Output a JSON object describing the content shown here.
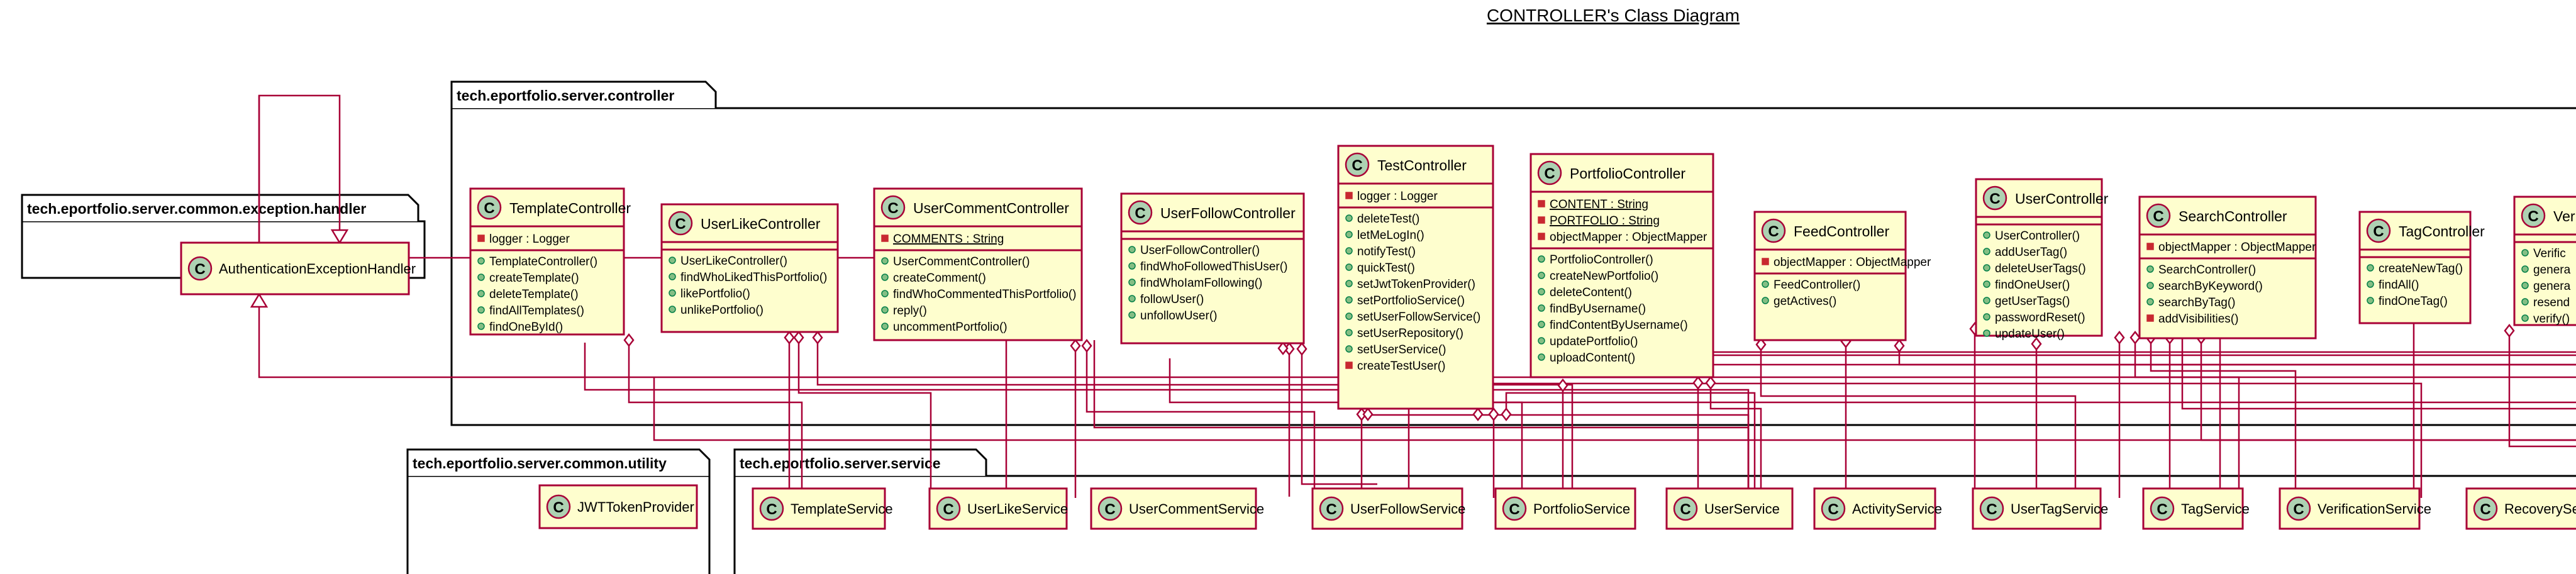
{
  "title": "CONTROLLER's Class Diagram",
  "packages": {
    "controller": "tech.eportfolio.server.controller",
    "exception_handler": "tech.eportfolio.server.common.exception.handler",
    "utility": "tech.eportfolio.server.common.utility",
    "service": "tech.eportfolio.server.service"
  },
  "class_marker": "C",
  "classes": {
    "auth_handler": {
      "name": "AuthenticationExceptionHandler"
    },
    "jwt": {
      "name": "JWTTokenProvider"
    },
    "template_ctrl": {
      "name": "TemplateController",
      "fields": [
        "logger : Logger"
      ],
      "methods": [
        "TemplateController()",
        "createTemplate()",
        "deleteTemplate()",
        "findAllTemplates()",
        "findOneById()"
      ]
    },
    "userlike_ctrl": {
      "name": "UserLikeController",
      "fields": [],
      "methods": [
        "UserLikeController()",
        "findWhoLikedThisPortfolio()",
        "likePortfolio()",
        "unlikePortfolio()"
      ]
    },
    "usercomment_ctrl": {
      "name": "UserCommentController",
      "fields": [
        "COMMENTS : String"
      ],
      "methods": [
        "UserCommentController()",
        "createComment()",
        "findWhoCommentedThisPortfolio()",
        "reply()",
        "uncommentPortfolio()"
      ]
    },
    "userfollow_ctrl": {
      "name": "UserFollowController",
      "fields": [],
      "methods": [
        "UserFollowController()",
        "findWhoFollowedThisUser()",
        "findWhoIamFollowing()",
        "followUser()",
        "unfollowUser()"
      ]
    },
    "test_ctrl": {
      "name": "TestController",
      "fields": [
        "logger : Logger"
      ],
      "methods": [
        "deleteTest()",
        "letMeLogIn()",
        "notifyTest()",
        "quickTest()",
        "setJwtTokenProvider()",
        "setPortfolioService()",
        "setUserFollowService()",
        "setUserRepository()",
        "setUserService()",
        "createTestUser()"
      ]
    },
    "portfolio_ctrl": {
      "name": "PortfolioController",
      "fields": [
        "CONTENT : String",
        "PORTFOLIO : String",
        "objectMapper : ObjectMapper"
      ],
      "methods": [
        "PortfolioController()",
        "createNewPortfolio()",
        "deleteContent()",
        "findByUsername()",
        "findContentByUsername()",
        "updatePortfolio()",
        "uploadContent()"
      ]
    },
    "feed_ctrl": {
      "name": "FeedController",
      "fields": [
        "objectMapper : ObjectMapper"
      ],
      "methods": [
        "FeedController()",
        "getActives()"
      ]
    },
    "user_ctrl": {
      "name": "UserController",
      "fields": [],
      "methods": [
        "UserController()",
        "addUserTag()",
        "deleteUserTags()",
        "findOneUser()",
        "getUserTags()",
        "passwordReset()",
        "updateUser()"
      ]
    },
    "search_ctrl": {
      "name": "SearchController",
      "fields": [
        "objectMapper : ObjectMapper"
      ],
      "methods": [
        "SearchController()",
        "searchByKeyword()",
        "searchByTag()",
        "addVisibilities()"
      ]
    },
    "tag_ctrl": {
      "name": "TagController",
      "fields": [],
      "methods": [
        "createNewTag()",
        "findAll()",
        "findOneTag()"
      ]
    },
    "verif_ctrl": {
      "name": "Verif",
      "fields": [],
      "methods": [
        "Verific",
        "genera",
        "genera",
        "resend",
        "verify()"
      ]
    }
  },
  "services": [
    "TemplateService",
    "UserLikeService",
    "UserCommentService",
    "UserFollowService",
    "PortfolioService",
    "UserService",
    "ActivityService",
    "UserTagService",
    "TagService",
    "VerificationService",
    "RecoverySer"
  ]
}
